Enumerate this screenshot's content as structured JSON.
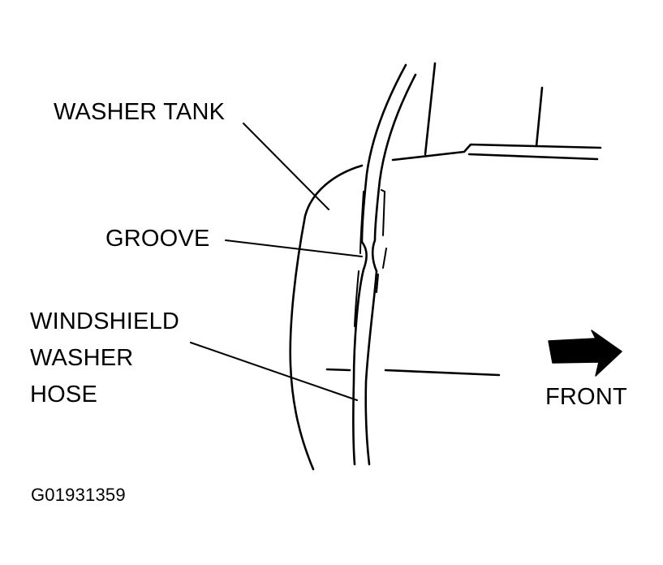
{
  "labels": {
    "washer_tank": "WASHER TANK",
    "groove": "GROOVE",
    "windshield_washer_hose": [
      "WINDSHIELD",
      "WASHER",
      "HOSE"
    ],
    "front": "FRONT",
    "figure_code": "G01931359"
  },
  "colors": {
    "ink": "#000000",
    "background": "#ffffff"
  }
}
